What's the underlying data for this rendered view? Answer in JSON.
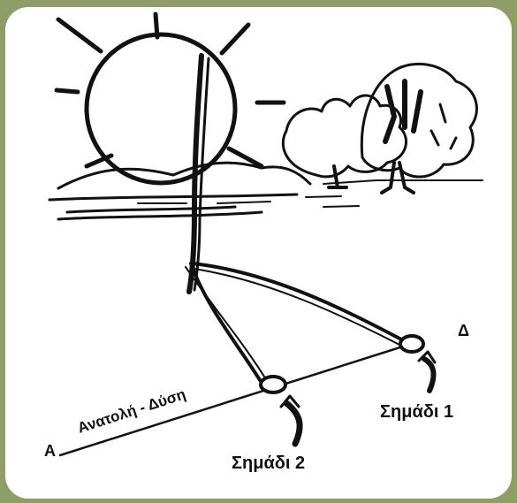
{
  "diagram": {
    "labels": {
      "west": "Α",
      "east": "Δ",
      "line": "Ανατολή - Δύση",
      "marker1": "Σημάδι 1",
      "marker2": "Σημάδι 2"
    },
    "icons": [
      "sun-icon",
      "stick-icon",
      "trees-icon",
      "hills-icon",
      "stone-icon",
      "arrow-icon"
    ],
    "colors": {
      "ink": "#111111",
      "frame": "#8f9e67",
      "paper": "#ffffff"
    }
  }
}
